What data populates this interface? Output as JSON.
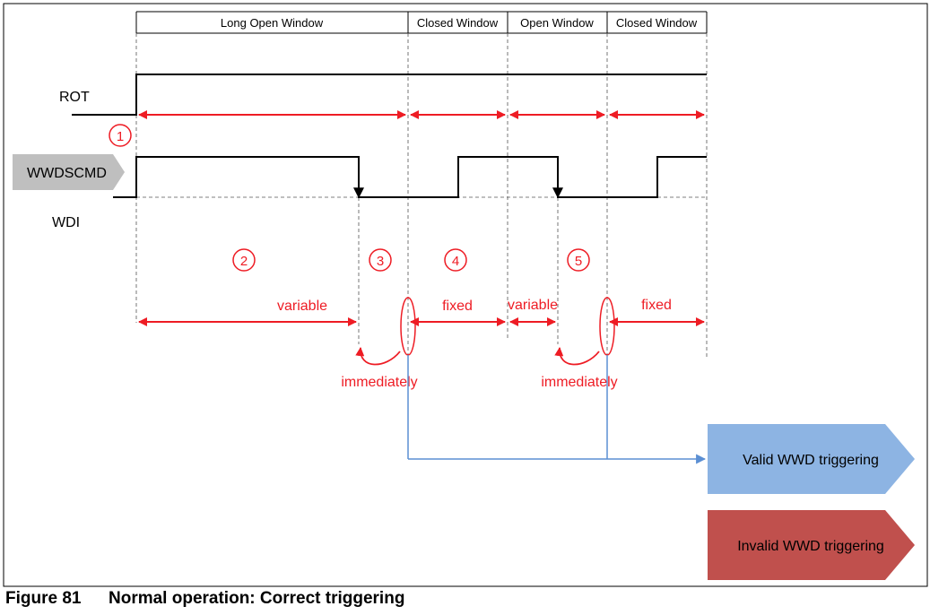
{
  "windows": [
    {
      "label": "Long Open Window"
    },
    {
      "label": "Closed Window"
    },
    {
      "label": "Open Window"
    },
    {
      "label": "Closed Window"
    }
  ],
  "signals": {
    "rot": "ROT",
    "wwdscmd": "WWDSCMD",
    "wdi": "WDI"
  },
  "steps": [
    "1",
    "2",
    "3",
    "4",
    "5"
  ],
  "durations": {
    "variable_1": "variable",
    "fixed_1": "fixed",
    "variable_2": "variable",
    "fixed_2": "fixed",
    "immediately_1": "immediately",
    "immediately_2": "immediately"
  },
  "legend": {
    "valid": "Valid WWD triggering",
    "invalid": "Invalid WWD triggering"
  },
  "colors": {
    "red": "#ee1c24",
    "blue": "#5b8fd3",
    "valid_fill": "#8db4e3",
    "invalid_fill": "#c0504d",
    "gray": "#bfbfbf"
  },
  "caption": {
    "number": "Figure 81",
    "title": "Normal operation: Correct triggering"
  }
}
